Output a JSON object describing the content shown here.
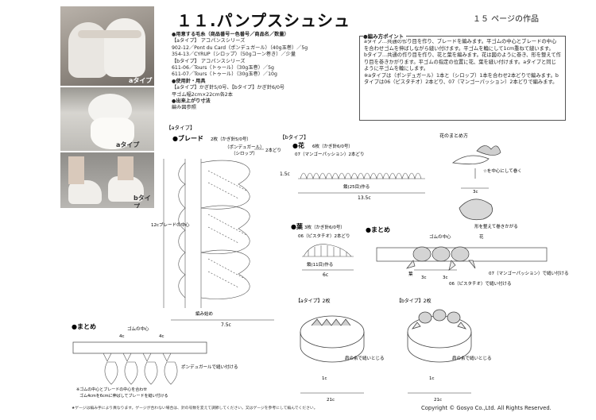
{
  "title": "１１.パンプスシュシュ",
  "subtitle": "１５ ページの作品",
  "photos": {
    "label_a1": "aタイプ",
    "label_a2": "aタイプ",
    "label_b": "bタイプ"
  },
  "materials": {
    "yarn_heading": "●用意する毛糸（商品番号ー色番号／商品名／数量）",
    "a_type": "【aタイプ】 アコパンスシリーズ",
    "a_line1": "902-12／Pont du Card（ポンデュガール）（40g玉巻）／5g",
    "a_line2": "354-13／CYRUP（シロップ）（50gコーン巻き）／少量",
    "b_type": "【bタイプ】 アコパンスシリーズ",
    "b_line1": "611-06／Tours（トゥール）（30g玉巻）／5g",
    "b_line2": "611-07／Tours（トゥール）（30g玉巻）／10g",
    "needle_heading": "●使用針・用具",
    "needle_line": "【aタイプ】かぎ針5/0号、【bタイプ】かぎ針6/0号",
    "tool_line": "平ゴム幅2cm×22cm各2本",
    "size_heading": "●出来上がり寸法",
    "size_line": "編み図参照"
  },
  "points": {
    "heading": "●編み方ポイント",
    "p1": "aタイプ…共通の作り目を作り、ブレードを編みます。平ゴムの中心とブレードの中心を合わせゴムを伸ばしながら縫い付けます。平ゴムを輪にして1cm重ねて縫います。",
    "p2": "bタイプ…共通の作り目を作り、花と葉を編みます。花は図のように巻き、形を整えて作り目を巻きかがります。平ゴムの指定の位置に花、葉を縫い付けます。aタイプと同じように平ゴムを輪にします。",
    "p3": "※aタイプは（ポンデュガール）1本と（シロップ）1本を合わせ2本どりで編みます。bタイプは06（ピスタチオ）2本どり、07（マンゴーパッション）2本どりで編みます。"
  },
  "diagrams": {
    "a_type_head": "【aタイプ】",
    "braid": "●ブレード",
    "braid_count": "2枚（かぎ針5/0号）",
    "braid_yarn1": "（ポンデュガール）",
    "braid_yarn2": "（シロップ）",
    "two_strands": "2本どり",
    "braid_center": "12cブレードの中心",
    "start": "編み始め",
    "braid_width": "7.5c",
    "b_type_head": "【bタイプ】",
    "flower": "●花",
    "flower_count": "6枚（かぎ針6/0号）",
    "flower_yarn": "07（マンゴーパッション）2本どり",
    "flower_side": "1.5c",
    "flower_chain": "鎖(25目)作る",
    "flower_len": "13.5c",
    "rose_title": "花のまとめ方",
    "rose_center": "☆を中心にして巻く",
    "rose_3c": "3c",
    "rose_shape": "形を整えて巻きかがる",
    "leaf": "●葉",
    "leaf_count": "3枚（かぎ針6/0号）",
    "leaf_yarn": "06（ピスタチオ）2本どり",
    "leaf_chain": "鎖(11目)作る",
    "leaf_len": "6c",
    "matome": "●まとめ",
    "gum_center": "ゴムの中心",
    "hana": "花",
    "ha": "葉",
    "pistachio": "06（ピスタチオ）で縫い付ける",
    "mango": "07（マンゴーパッション）で縫い付ける",
    "dim_3c": "3c",
    "dim_3c_b": "3c",
    "matome_a": "●まとめ",
    "gum_center2": "ゴムの中心",
    "dim_4c_l": "4c",
    "dim_4c_r": "4c",
    "pont_sew": "ポンデュガールで縫い付ける",
    "note1": "※ゴムの中心とブレードの中心を合わせ",
    "note2": "ゴム4cmを6cmに伸ばしてブレードを縫い付ける",
    "a_ring": "【aタイプ】2枚",
    "b_ring": "【bタイプ】2枚",
    "overlap_a": "肩の糸で縫いとじる",
    "overlap_b": "肩の糸で縫いとじる",
    "ring_1c_a": "1c",
    "ring_1c_b": "1c",
    "ring_21_a": "21c",
    "ring_21_b": "21c"
  },
  "footer": {
    "note": "★ゲージは編み手により異なります。ゲージが合わない場合は、針の号数を変えて調節してください。又はゲージを参考にして編んでください。",
    "copyright": "Copyright © Gosyo Co.,Ltd. All Rights Reserved."
  }
}
